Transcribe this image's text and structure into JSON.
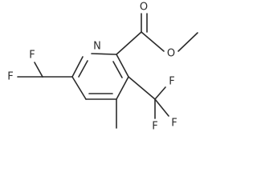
{
  "molecule": {
    "atoms": {
      "ring_nitrogen": "N",
      "difluoromethyl_f_top": "F",
      "difluoromethyl_f_left": "F",
      "ester_carbonyl_o": "O",
      "ester_ether_o": "O",
      "trifluoromethyl_f_top": "F",
      "trifluoromethyl_f_right": "F",
      "trifluoromethyl_f_bottom": "F"
    }
  }
}
